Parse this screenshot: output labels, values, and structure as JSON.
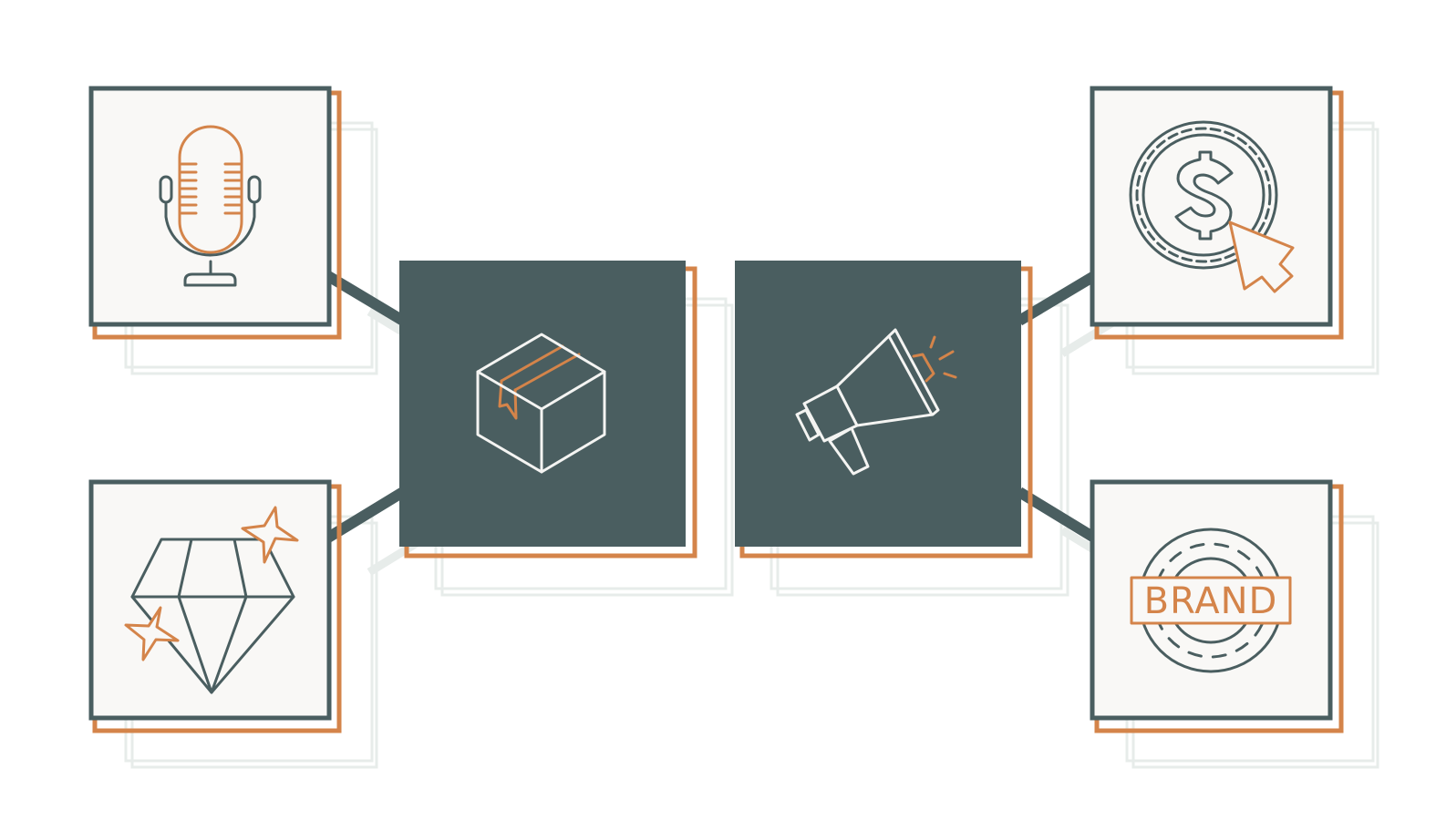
{
  "colors": {
    "slate": "#4a5e60",
    "orange": "#d4844a",
    "panel": "#f9f8f6",
    "shadow": "#e7ecea",
    "icon_light": "#f4f4f2"
  },
  "nodes": [
    {
      "id": "podcast",
      "icon": "microphone-icon",
      "style": "light"
    },
    {
      "id": "premium",
      "icon": "diamond-sparkles-icon",
      "style": "light"
    },
    {
      "id": "product",
      "icon": "package-box-icon",
      "style": "dark"
    },
    {
      "id": "promotion",
      "icon": "megaphone-icon",
      "style": "dark"
    },
    {
      "id": "payment",
      "icon": "dollar-coin-cursor-icon",
      "style": "light"
    },
    {
      "id": "brand",
      "icon": "brand-stamp-icon",
      "style": "light"
    }
  ],
  "brand_stamp": {
    "text": "BRAND"
  }
}
